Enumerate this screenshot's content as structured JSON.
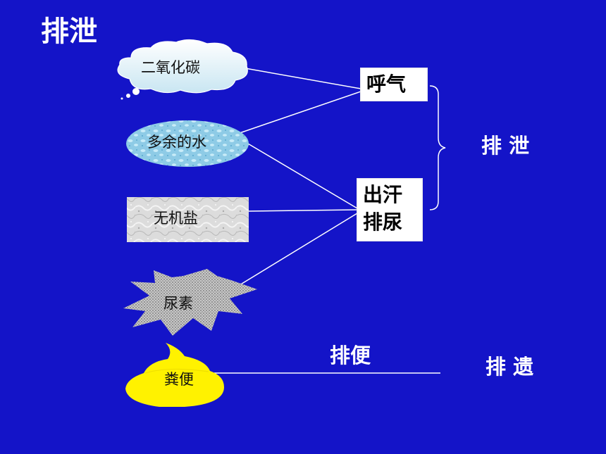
{
  "title": "排泄",
  "nodes": {
    "co2": "二氧化碳",
    "water": "多余的水",
    "salt": "无机盐",
    "urea": "尿素",
    "feces": "粪便"
  },
  "processes": {
    "breath": "呼气",
    "sweat": "出汗",
    "urine": "排尿",
    "defecation": "排便"
  },
  "categories": {
    "excretion": "排 泄",
    "egestion": "排 遗"
  },
  "colors": {
    "background": "#1414c8",
    "cloud": "#eaf5fb",
    "water": "#9ad0e8",
    "salt": "#d6d6d6",
    "urea": "#b9b9b9",
    "feces": "#fff200",
    "line": "#ffffff"
  }
}
